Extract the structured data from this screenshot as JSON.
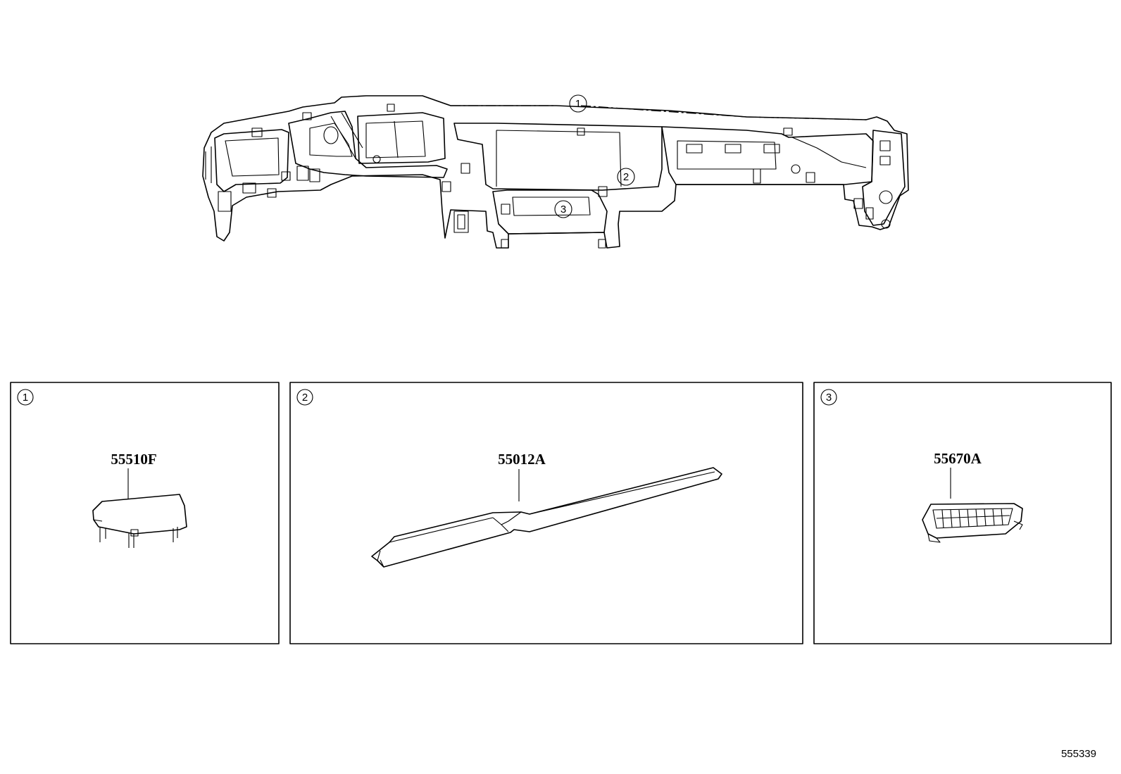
{
  "main_callouts": [
    {
      "id": "c1",
      "label": "1"
    },
    {
      "id": "c2",
      "label": "2"
    },
    {
      "id": "c3",
      "label": "3"
    }
  ],
  "detail_panels": [
    {
      "index_label": "1",
      "part_number": "55510F",
      "part_icon": "instrument-panel-cap-icon"
    },
    {
      "index_label": "2",
      "part_number": "55012A",
      "part_icon": "upper-pad-trim-icon"
    },
    {
      "index_label": "3",
      "part_number": "55670A",
      "part_icon": "center-register-vent-icon"
    }
  ],
  "drawing_reference": "555339",
  "colors": {
    "line": "#000000",
    "background": "#ffffff"
  }
}
